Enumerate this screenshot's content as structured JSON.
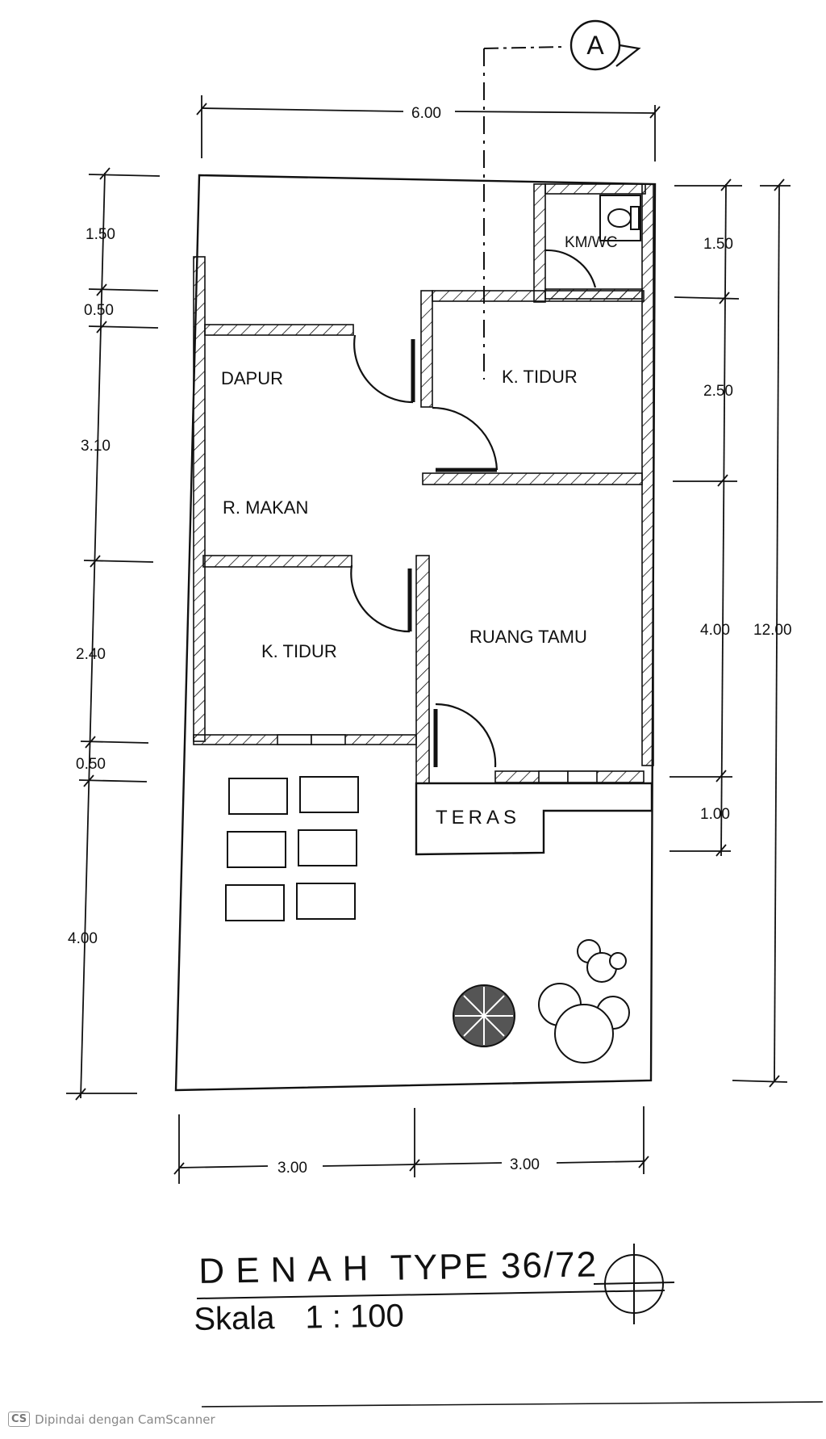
{
  "section_marker": "A",
  "rooms": {
    "kmwc": "KM/WC",
    "dapur": "DAPUR",
    "kamar_tidur_1": "K. TIDUR",
    "ruang_makan": "R. MAKAN",
    "kamar_tidur_2": "K. TIDUR",
    "ruang_tamu": "RUANG TAMU",
    "teras": "TERAS"
  },
  "dimensions": {
    "top": "6.00",
    "left": [
      "1.50",
      "0.50",
      "3.10",
      "2.40",
      "0.50",
      "4.00"
    ],
    "right": [
      "1.50",
      "2.50",
      "4.00",
      "1.00"
    ],
    "right_total": "12.00",
    "bottom": [
      "3.00",
      "3.00"
    ]
  },
  "title": {
    "word": "DENAH",
    "type": "TYPE 36/72",
    "scale_word": "Skala",
    "scale_value": "1 : 100"
  },
  "footer": {
    "badge": "CS",
    "text": "Dipindai dengan CamScanner"
  },
  "colors": {
    "ink": "#111111",
    "paper": "#ffffff",
    "footer": "#888888"
  }
}
